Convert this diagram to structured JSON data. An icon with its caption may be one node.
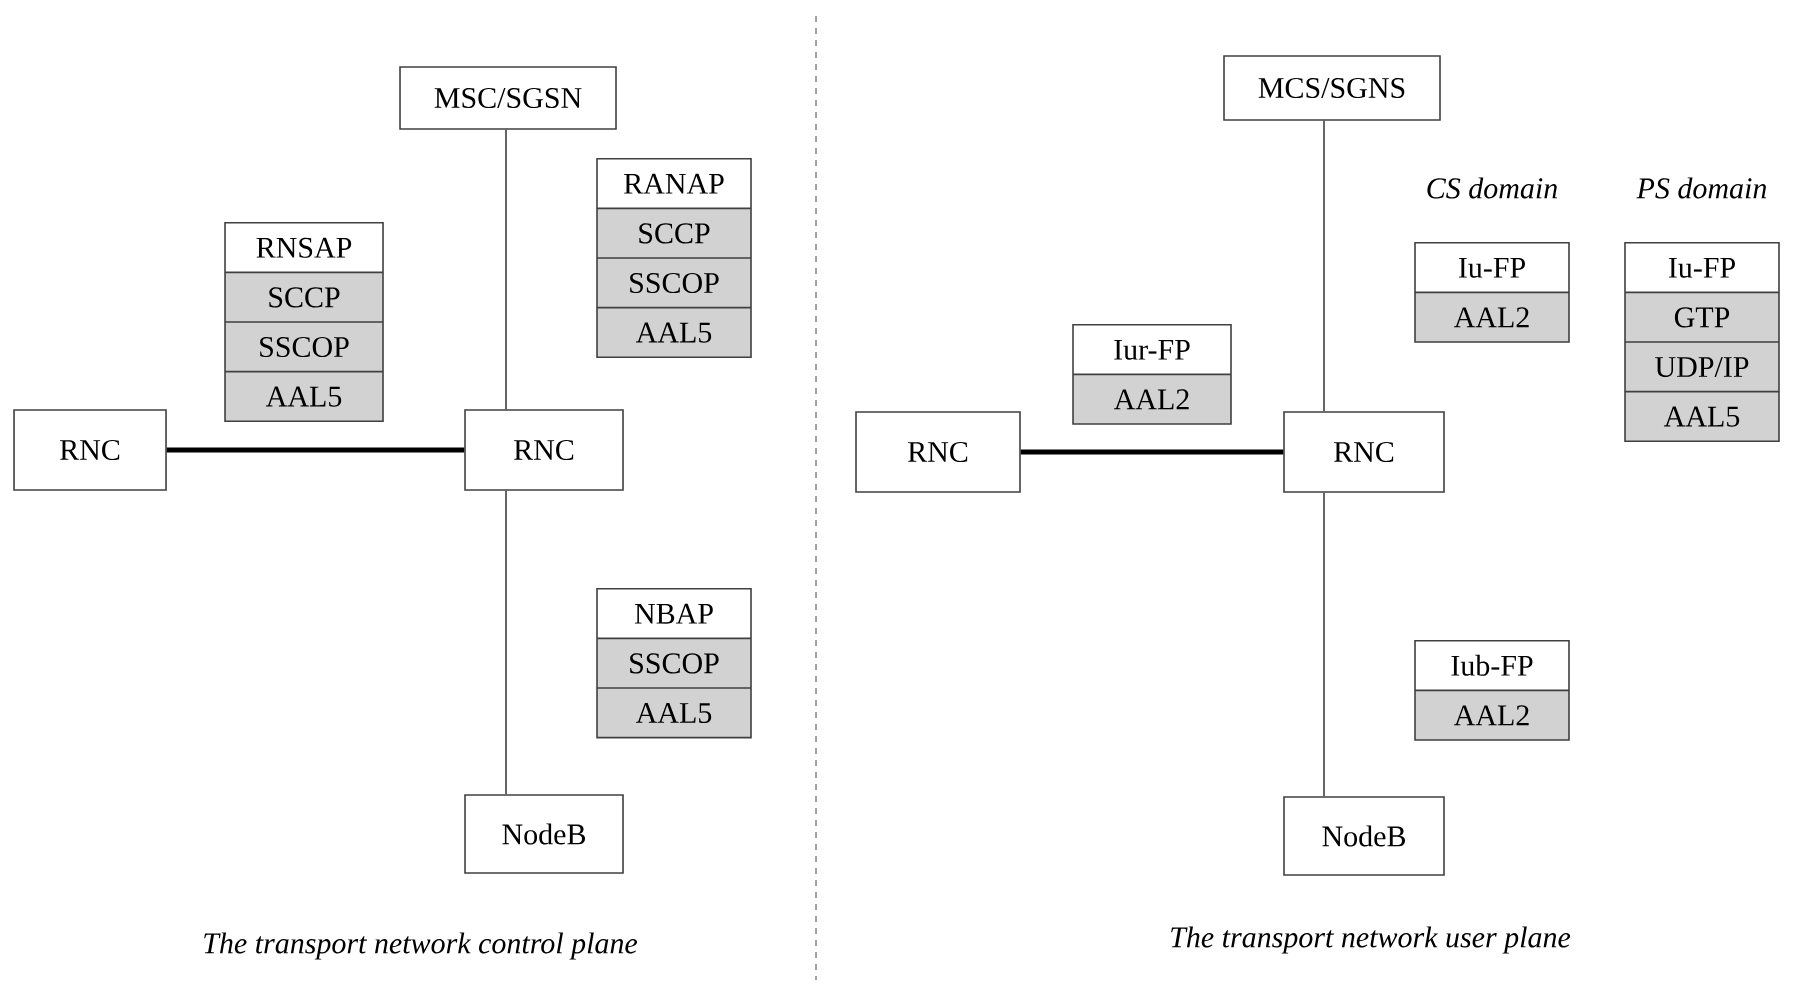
{
  "diagram": {
    "nodes": [
      {
        "text": [
          "MSC/SGSN"
        ]
      },
      {
        "text": [
          "RANAP",
          "SCCP",
          "SSCOP",
          "AAL5"
        ]
      },
      {
        "text": [
          "RNSAP",
          "SCCP",
          "SSCOP",
          "AAL5"
        ]
      },
      {
        "text": [
          "RNC"
        ]
      },
      {
        "text": [
          "RNC"
        ]
      },
      {
        "text": [
          "NBAP",
          "SSCOP",
          "AAL5"
        ]
      },
      {
        "text": [
          "NodeB"
        ]
      },
      {
        "text": [
          "MCS/SGNS"
        ]
      },
      {
        "text": [
          "Iu-FP",
          "AAL2"
        ],
        "beside": [
          "CS domain"
        ]
      },
      {
        "text": [
          "Iu-FP",
          "GTP",
          "UDP/IP",
          "AAL5"
        ],
        "beside": [
          "PS domain"
        ]
      },
      {
        "text": [
          "Iur-FP",
          "AAL2"
        ]
      },
      {
        "text": [
          "RNC"
        ]
      },
      {
        "text": [
          "RNC"
        ]
      },
      {
        "text": [
          "Iub-FP",
          "AAL2"
        ]
      },
      {
        "text": [
          "NodeB"
        ]
      }
    ],
    "edges": [
      {
        "from": 0,
        "to": 4,
        "arrow": "none"
      },
      {
        "from": 3,
        "to": 4,
        "arrow": "none",
        "style": "thick"
      },
      {
        "from": 4,
        "to": 6,
        "arrow": "none"
      },
      {
        "from": 7,
        "to": 12,
        "arrow": "none"
      },
      {
        "from": 11,
        "to": 12,
        "arrow": "none",
        "style": "thick"
      },
      {
        "from": 12,
        "to": 14,
        "arrow": "none"
      }
    ],
    "labels": [
      "The transport network control plane",
      "The transport network user plane"
    ]
  }
}
